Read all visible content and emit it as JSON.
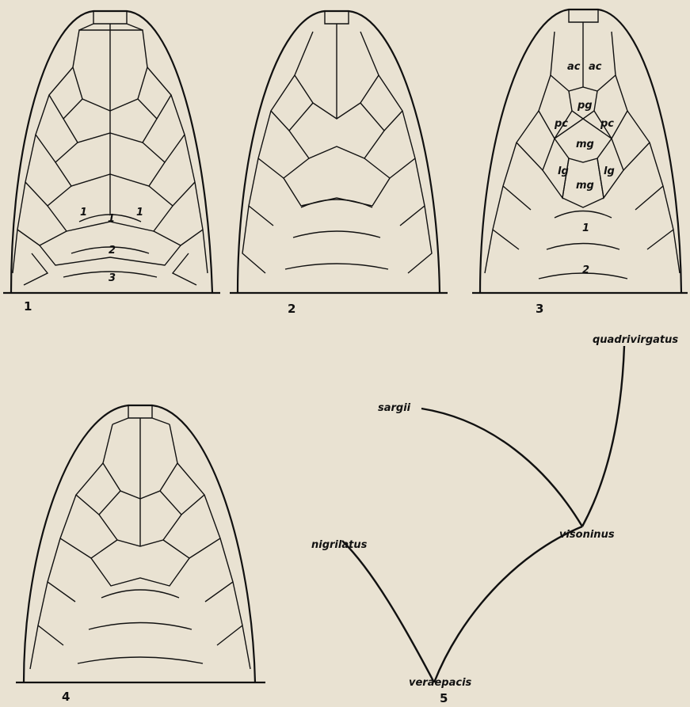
{
  "figures": [
    {
      "number": "1",
      "scale_labels": [
        "1",
        "1",
        "1",
        "2",
        "3"
      ]
    },
    {
      "number": "2",
      "scale_labels": []
    },
    {
      "number": "3",
      "scale_labels": [
        "ac",
        "ac",
        "pg",
        "pc",
        "pc",
        "mg",
        "lg",
        "lg",
        "mg",
        "1",
        "2"
      ]
    },
    {
      "number": "4",
      "scale_labels": []
    },
    {
      "number": "5",
      "taxa": [
        "quadrivirgatus",
        "sargii",
        "visoninus",
        "nigrilatus",
        "veraepacis"
      ]
    }
  ],
  "tree_edges": [
    [
      "veraepacis",
      "nigrilatus"
    ],
    [
      "veraepacis",
      "visoninus"
    ],
    [
      "visoninus",
      "sargii"
    ],
    [
      "visoninus",
      "quadrivirgatus"
    ]
  ]
}
